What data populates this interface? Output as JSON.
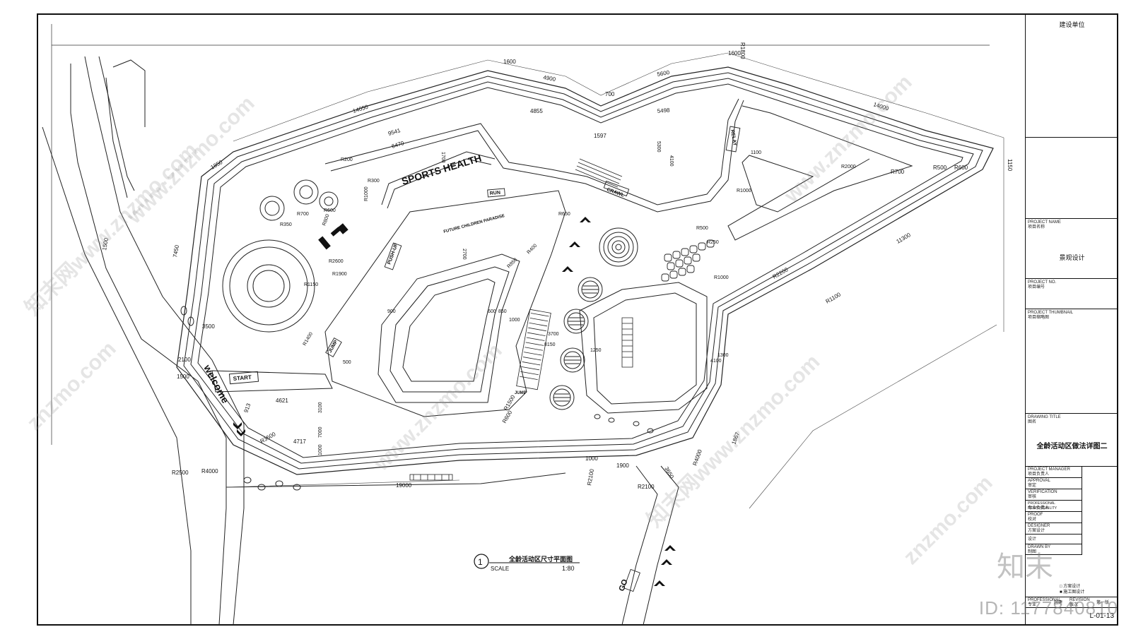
{
  "title_block": {
    "client_label": "建设单位",
    "project_name_caption": "PROJECT NAME",
    "project_name_caption_zh": "项目名称",
    "project_name": "景观设计",
    "project_no_caption": "PROJECT NO.",
    "project_no_caption_zh": "项目编号",
    "thumbnail_caption": "PROJECT THUMBNAIL",
    "thumbnail_caption_zh": "项目缩略图",
    "drawing_title_caption": "DRAWING TITLE",
    "drawing_title_caption_zh": "图名",
    "drawing_title": "全龄活动区做法详图二",
    "roles": [
      {
        "en": "PROJECT MANAGER",
        "zh": "项目负责人"
      },
      {
        "en": "APPROVAL",
        "zh": "审定"
      },
      {
        "en": "VERIFICATION",
        "zh": "审核"
      },
      {
        "en": "PROFESSIONAL RESPONSIBILITY",
        "zh": "专业负责人"
      },
      {
        "en": "PROOF",
        "zh": "校对"
      },
      {
        "en": "DESIGNER",
        "zh": "方案设计"
      },
      {
        "en": "",
        "zh": "设计"
      },
      {
        "en": "DRAWN BY",
        "zh": "制图"
      }
    ],
    "legend_items": [
      "方案设计",
      "施工图设计"
    ],
    "professional_caption": "PROFESSIONAL",
    "professional_zh": "专业",
    "professional_value": "园建",
    "revision_caption": "REVISION",
    "revision_zh": "版次",
    "revision_value": "第一版",
    "sheet_no": "L-01-13"
  },
  "plan_caption": {
    "number": "1",
    "title": "全龄活动区尺寸平面图",
    "scale_label": "SCALE",
    "scale": "1:80"
  },
  "labels": {
    "sports_health": "SPORTS HEALTH",
    "welcome": "welcome",
    "start": "START",
    "run": "RUN",
    "crawl": "CRAWL",
    "push_up": "PUSH-UP",
    "jump": "JUMP",
    "relay": "RELAY",
    "go": "GO",
    "future_children": "FUTURE CHILDREN PARADISE"
  },
  "dimensions": {
    "top": [
      "14050",
      "1600",
      "4900",
      "700",
      "5600",
      "1600",
      "14000",
      "R1800",
      "5498",
      "1597",
      "4855",
      "9541",
      "6470"
    ],
    "right": [
      "1150",
      "11300",
      "R1100",
      "R500",
      "R600",
      "R700",
      "R2200",
      "1867"
    ],
    "left": [
      "1850",
      "7450",
      "1500",
      "3500",
      "2100",
      "1500",
      "913",
      "4621",
      "4717",
      "R2500",
      "R4000",
      "R3500"
    ],
    "bottom": [
      "19000",
      "1900",
      "R2100",
      "R2100",
      "1000",
      "3650",
      "R4000",
      "R1500",
      "R600"
    ],
    "inner": [
      "R200",
      "R300",
      "R1000",
      "R700",
      "R600",
      "R350",
      "R800",
      "R2600",
      "R1900",
      "R1150",
      "R1400",
      "R400",
      "R850",
      "R650",
      "3700",
      "8150",
      "1250",
      "1300",
      "4100",
      "1100",
      "4100",
      "5300",
      "R1000",
      "R500",
      "R250",
      "R1000",
      "R2000",
      "2700",
      "1700",
      "900",
      "600",
      "850",
      "500",
      "1000",
      "7000",
      "3100",
      "1000"
    ]
  },
  "watermarks": [
    "知末网www.znzmo.com",
    "www.znzmo.com",
    "znzmo.com"
  ],
  "id_tag": "ID: 1177840810",
  "logo_zh": "知末"
}
